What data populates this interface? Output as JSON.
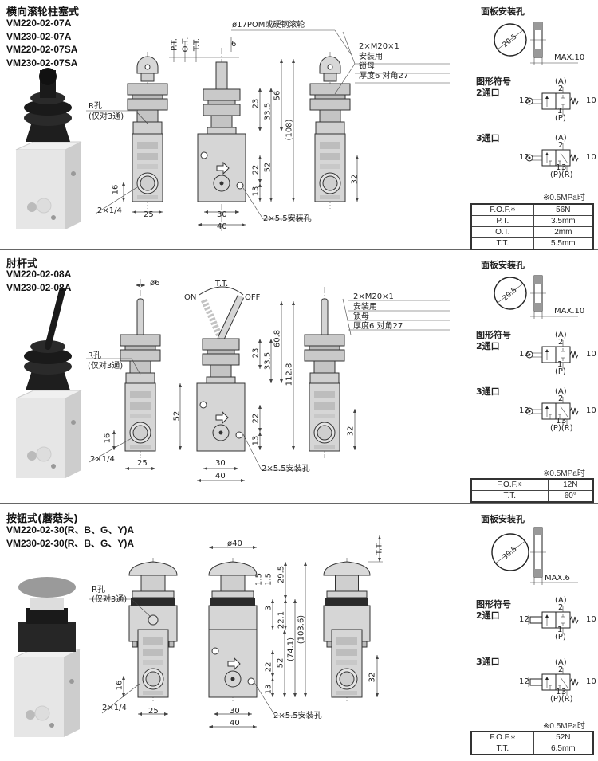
{
  "sections": [
    {
      "title": "横向滚轮柱塞式",
      "models": [
        "VM220-02-07A",
        "VM230-02-07A",
        "VM220-02-07SA",
        "VM230-02-07SA"
      ],
      "dims": {
        "roller": "ø17POM或硬钢滚轮",
        "pt": "P.T.",
        "ot": "O.T.",
        "tt": "T.T.",
        "d6": "6",
        "r_hole": "R孔",
        "r_note": "(仅对3通)",
        "d23": "23",
        "d33_5": "33.5",
        "d56": "56",
        "d108": "(108)",
        "d52": "52",
        "d22": "22",
        "d13": "13",
        "d16": "16",
        "d32": "32",
        "port": "2×1/4",
        "d25": "25",
        "d30": "30",
        "d40": "40",
        "mount_hole": "2×5.5安装孔",
        "nut_thread": "2×M20×1",
        "nut_use": "安装用",
        "nut_name": "锁母",
        "nut_size": "厚度6 对角27"
      },
      "panel": {
        "title": "面板安装孔",
        "dia": "20.5",
        "max": "MAX.10"
      },
      "symbol": {
        "title": "图形符号",
        "two_port": "2通口",
        "three_port": "3通口",
        "a": "(A)",
        "p2": "2",
        "p12": "12",
        "p10": "10",
        "p1": "1",
        "p3": "3",
        "p": "(P)",
        "pr": "(P)(R)"
      },
      "note": "※0.5MPa时",
      "specs": [
        {
          "name": "F.O.F.",
          "mark": "※",
          "value": "56N"
        },
        {
          "name": "P.T.",
          "mark": "",
          "value": "3.5mm"
        },
        {
          "name": "O.T.",
          "mark": "",
          "value": "2mm"
        },
        {
          "name": "T.T.",
          "mark": "",
          "value": "5.5mm"
        }
      ]
    },
    {
      "title": "肘杆式",
      "models": [
        "VM220-02-08A",
        "VM230-02-08A"
      ],
      "dims": {
        "d6": "ø6",
        "tt": "T.T.",
        "on": "ON",
        "off": "OFF",
        "r_hole": "R孔",
        "r_note": "(仅对3通)",
        "d23": "23",
        "d33_5": "33.5",
        "d60_8": "60.8",
        "d112_8": "112.8",
        "d52": "52",
        "d22": "22",
        "d13": "13",
        "d16": "16",
        "d32": "32",
        "port": "2×1/4",
        "d25": "25",
        "d30": "30",
        "d40": "40",
        "mount_hole": "2×5.5安装孔",
        "nut_thread": "2×M20×1",
        "nut_use": "安装用",
        "nut_name": "锁母",
        "nut_size": "厚度6 对角27"
      },
      "panel": {
        "title": "面板安装孔",
        "dia": "20.5",
        "max": "MAX.10"
      },
      "symbol": {
        "title": "图形符号",
        "two_port": "2通口",
        "three_port": "3通口",
        "a": "(A)",
        "p2": "2",
        "p12": "12",
        "p10": "10",
        "p1": "1",
        "p3": "3",
        "p": "(P)",
        "pr": "(P)(R)"
      },
      "note": "※0.5MPa时",
      "specs": [
        {
          "name": "F.O.F.",
          "mark": "※",
          "value": "12N"
        },
        {
          "name": "T.T.",
          "mark": "",
          "value": "60°"
        }
      ]
    },
    {
      "title": "按钮式(蘑菇头)",
      "models": [
        "VM220-02-30(R、B、G、Y)A",
        "VM230-02-30(R、B、G、Y)A"
      ],
      "dims": {
        "d40_top": "ø40",
        "tt": "T.T.",
        "d1_5a": "1.5",
        "d1_5b": "1.5",
        "d29_5": "29.5",
        "d3": "3",
        "d22_1": "22.1",
        "d103_6": "(103.6)",
        "d74_1": "(74.1)",
        "r_hole": "R孔",
        "r_note": "(仅对3通)",
        "d52": "52",
        "d22": "22",
        "d13": "13",
        "d16": "16",
        "d32": "32",
        "port": "2×1/4",
        "d25": "25",
        "d30": "30",
        "d40": "40",
        "mount_hole": "2×5.5安装孔"
      },
      "panel": {
        "title": "面板安装孔",
        "dia": "30.5",
        "max": "MAX.6"
      },
      "symbol": {
        "title": "图形符号",
        "two_port": "2通口",
        "three_port": "3通口",
        "a": "(A)",
        "p2": "2",
        "p12": "12",
        "p10": "10",
        "p1": "1",
        "p3": "3",
        "p": "(P)",
        "pr": "(P)(R)"
      },
      "note": "※0.5MPa时",
      "specs": [
        {
          "name": "F.O.F.",
          "mark": "※",
          "value": "52N"
        },
        {
          "name": "T.T.",
          "mark": "",
          "value": "6.5mm"
        }
      ]
    }
  ]
}
